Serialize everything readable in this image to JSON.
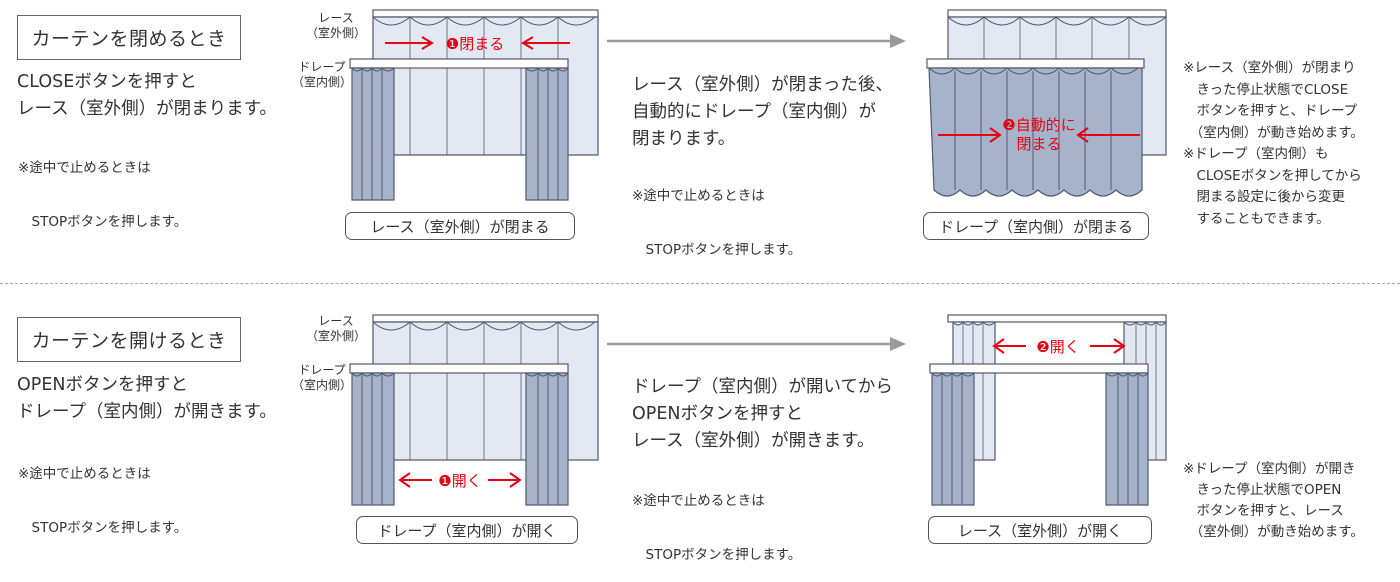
{
  "close_section": {
    "title": "カーテンを閉めるとき",
    "main_lines": [
      "CLOSEボタンを押すと",
      "レース（室外側）が閉まります。"
    ],
    "note_lines": [
      "※途中で止めるときは",
      "　STOPボタンを押します。"
    ],
    "label_lace": "レース\n（室外側）",
    "label_drape": "ドレープ\n（室内側）",
    "step1": "❶閉まる",
    "caption1": "レース（室外側）が閉まる",
    "mid_lines": [
      "レース（室外側）が閉まった後、",
      "自動的にドレープ（室内側）が",
      "閉まります。"
    ],
    "mid_note_lines": [
      "※途中で止めるときは",
      "　STOPボタンを押します。"
    ],
    "step2_line1": "❷自動的に",
    "step2_line2": "閉まる",
    "caption2": "ドレープ（室内側）が閉まる",
    "right_notes": "※レース（室外側）が閉まり\n　きった停止状態でCLOSE\n　ボタンを押すと、ドレープ\n　（室内側）が動き始めます。\n※ドレープ（室内側）も\n　CLOSEボタンを押してから\n　閉まる設定に後から変更\n　することもできます。"
  },
  "open_section": {
    "title": "カーテンを開けるとき",
    "main_lines": [
      "OPENボタンを押すと",
      "ドレープ（室内側）が開きます。"
    ],
    "note_lines": [
      "※途中で止めるときは",
      "　STOPボタンを押します。"
    ],
    "label_lace": "レース\n（室外側）",
    "label_drape": "ドレープ\n（室内側）",
    "step1": "❶開く",
    "caption1": "ドレープ（室内側）が開く",
    "mid_lines": [
      "ドレープ（室内側）が開いてから",
      "OPENボタンを押すと",
      "レース（室外側）が開きます。"
    ],
    "mid_note_lines": [
      "※途中で止めるときは",
      "　STOPボタンを押します。"
    ],
    "step2": "❷開く",
    "caption2": "レース（室外側）が開く",
    "right_notes": "※ドレープ（室内側）が開き\n　きった停止状態でOPEN\n　ボタンを押すと、レース\n　（室外側）が動き始めます。"
  },
  "colors": {
    "lace_fill": "#e4e8f2",
    "drape_fill": "#a7b3cb",
    "outline": "#4f5b6f",
    "accent": "#e60012",
    "flow_arrow": "#999999"
  }
}
